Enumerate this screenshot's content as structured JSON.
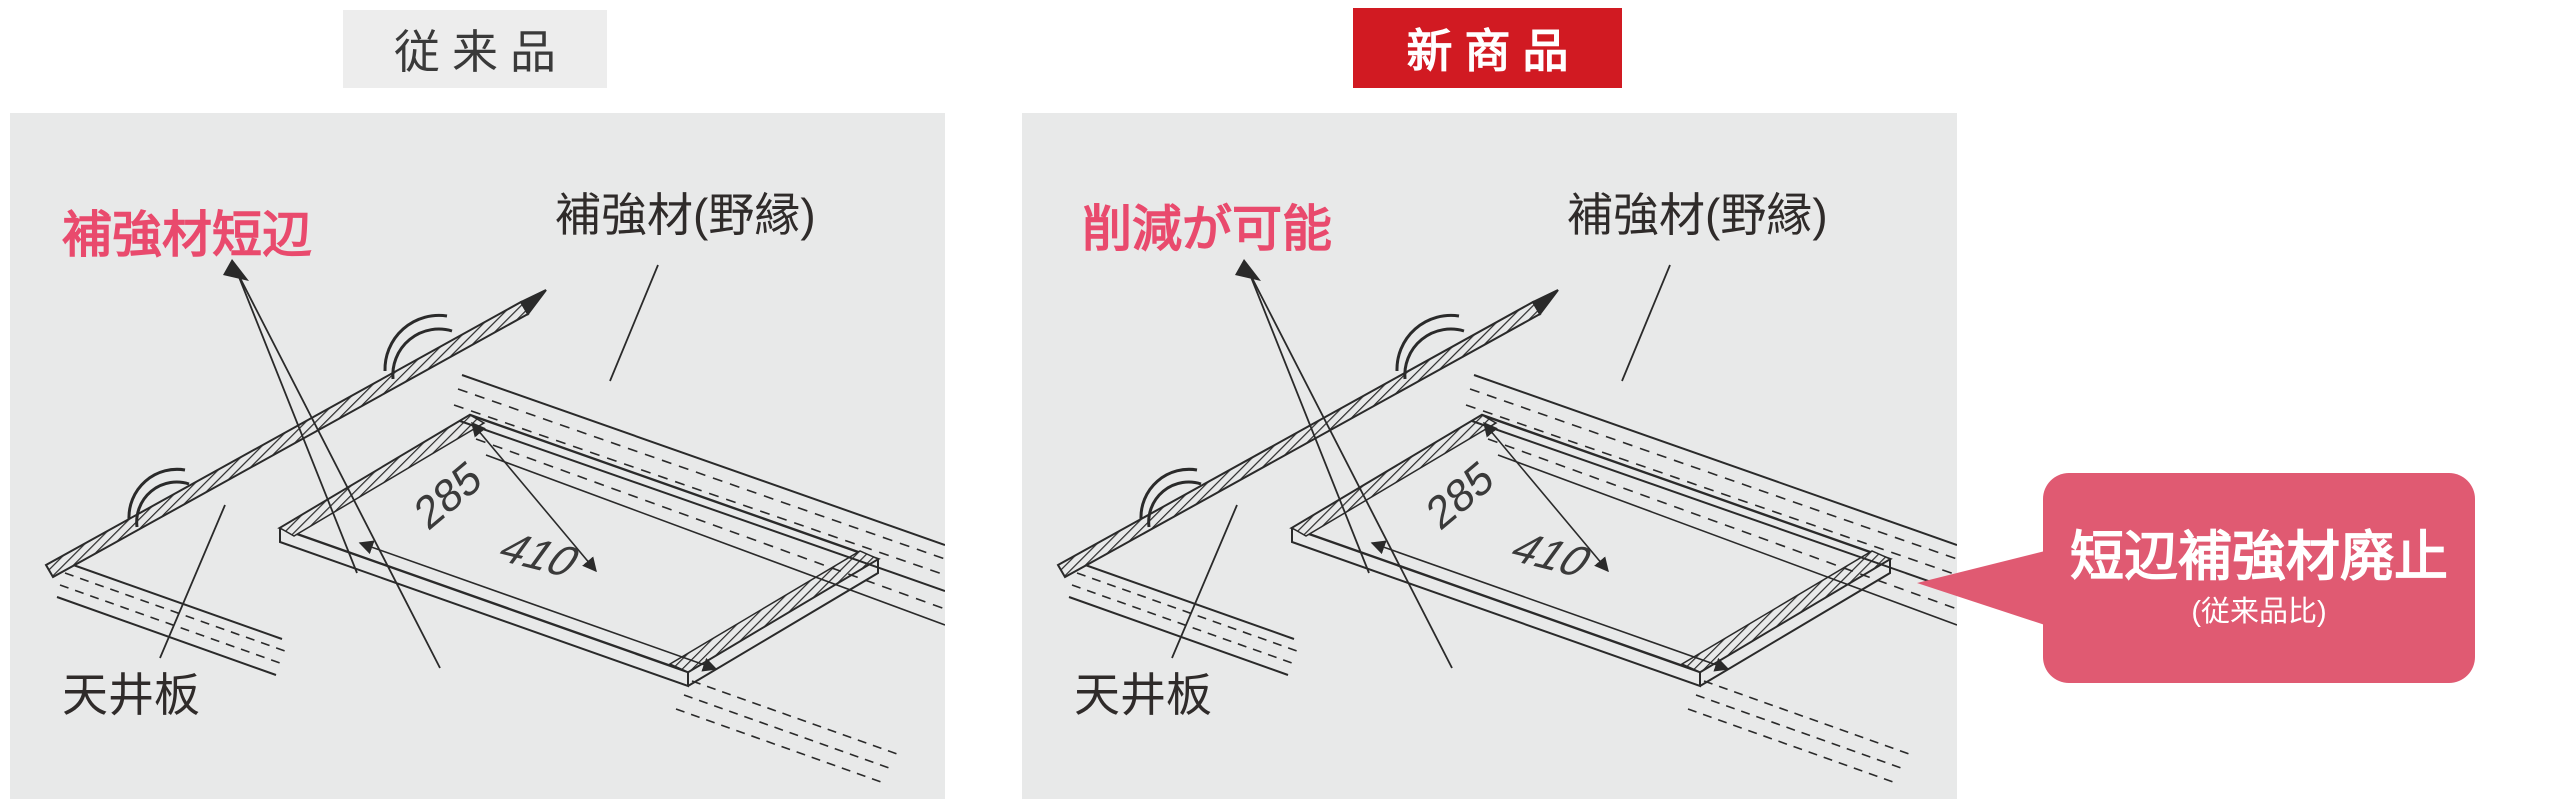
{
  "colors": {
    "page_background": "#ffffff",
    "panel_background": "#e8e9e9",
    "accent_pink_text": "#e94a6d",
    "new_badge_red": "#d11a22",
    "conventional_badge_bg": "#ededed",
    "callout_pink": "#e05a72",
    "drawing_line": "#2a2a2a"
  },
  "conventional": {
    "badge": "従来品",
    "labels": {
      "reinforcement_short": "補強材短辺",
      "reinforcement_joist": "補強材(野縁)",
      "ceiling_board": "天井板"
    },
    "dimensions": {
      "width": "285",
      "length": "410"
    }
  },
  "new_product": {
    "badge": "新商品",
    "labels": {
      "highlight": "削減が可能",
      "reinforcement_joist": "補強材(野縁)",
      "ceiling_board": "天井板"
    },
    "dimensions": {
      "width": "285",
      "length": "410"
    }
  },
  "callout": {
    "title": "短辺補強材廃止",
    "subtitle": "(従来品比)"
  }
}
